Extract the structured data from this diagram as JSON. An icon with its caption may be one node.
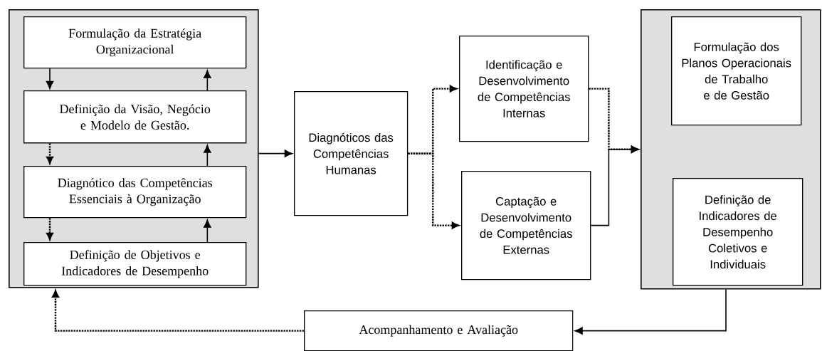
{
  "diagram": {
    "nodes": [
      {
        "text": [],
        "shape": "box"
      },
      {
        "text": [
          "Formulação da Estratégia Organizacional"
        ],
        "in": 0
      },
      {
        "text": [
          "Definição da Visão, Negócio e Modelo de Gestão."
        ],
        "in": 0
      },
      {
        "text": [
          "Diagnótico das Competências Essenciais à Organização"
        ],
        "in": 0
      },
      {
        "text": [
          "Definição de Objetivos e Indicadores de Desempenho"
        ],
        "in": 0
      },
      {
        "text": [
          "Diagnóticos das Competências Humanas"
        ]
      },
      {
        "text": [
          "Identificação e Desenvolvimento de Competências Internas"
        ]
      },
      {
        "text": [
          "Captação e Desenvolvimento de Competências Externas"
        ]
      },
      {
        "text": [],
        "shape": "box"
      },
      {
        "text": [
          "Formulação dos Planos Operacionais de Trabalho e de Gestão"
        ],
        "in": 8
      },
      {
        "text": [
          "Definição de Indicadores de Desempenho Coletivos e Individuais"
        ],
        "in": 8
      },
      {
        "text": [
          "Acompanhamento e Avaliação"
        ]
      }
    ],
    "edges": [
      {
        "from": 1,
        "to": 2,
        "arrow": "to"
      },
      {
        "from": 2,
        "to": 1,
        "arrow": "to"
      },
      {
        "from": 2,
        "to": 3,
        "arrow": "to",
        "style": "dashed"
      },
      {
        "from": 3,
        "to": 2,
        "arrow": "to"
      },
      {
        "from": 3,
        "to": 4,
        "arrow": "to",
        "style": "dashed"
      },
      {
        "from": 4,
        "to": 3,
        "arrow": "to"
      },
      {
        "from": 0,
        "to": 5,
        "arrow": "to"
      },
      {
        "from": 5,
        "to": 6,
        "arrow": "to",
        "style": "dashed"
      },
      {
        "from": 5,
        "to": 7,
        "arrow": "to",
        "style": "dashed"
      },
      {
        "from": 6,
        "to": 8,
        "arrow": "to",
        "style": "dashed"
      },
      {
        "from": 7,
        "to": 8,
        "arrow": "to"
      },
      {
        "from": 8,
        "to": 11,
        "arrow": "to"
      },
      {
        "from": 11,
        "to": 0,
        "arrow": "to",
        "style": "dashed"
      }
    ]
  }
}
